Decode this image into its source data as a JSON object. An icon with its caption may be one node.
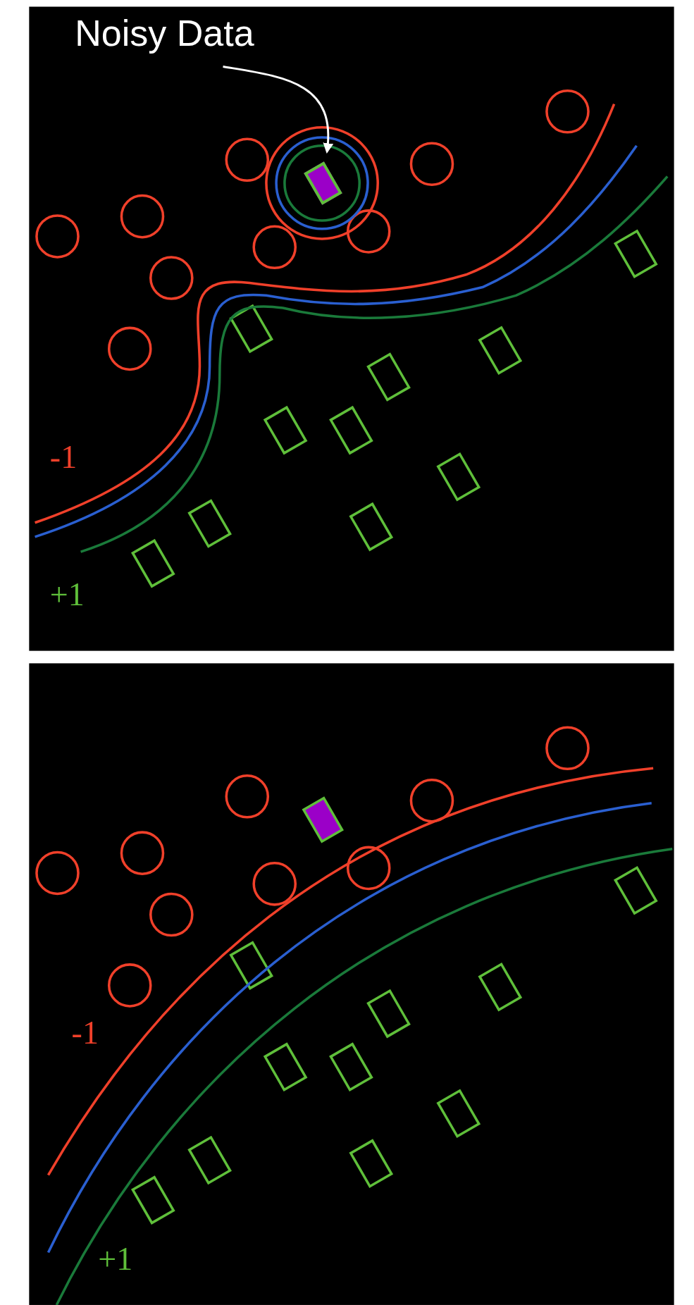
{
  "diagram": {
    "nodes": [
      {
        "text": [
          "Noisy Data"
        ]
      },
      {
        "text": [],
        "shape": "box"
      }
    ],
    "edges": [
      {
        "from": 0,
        "to": 1,
        "arrow": "to"
      }
    ],
    "labels": [
      "-1",
      "+1",
      "-1",
      "+1"
    ]
  }
}
